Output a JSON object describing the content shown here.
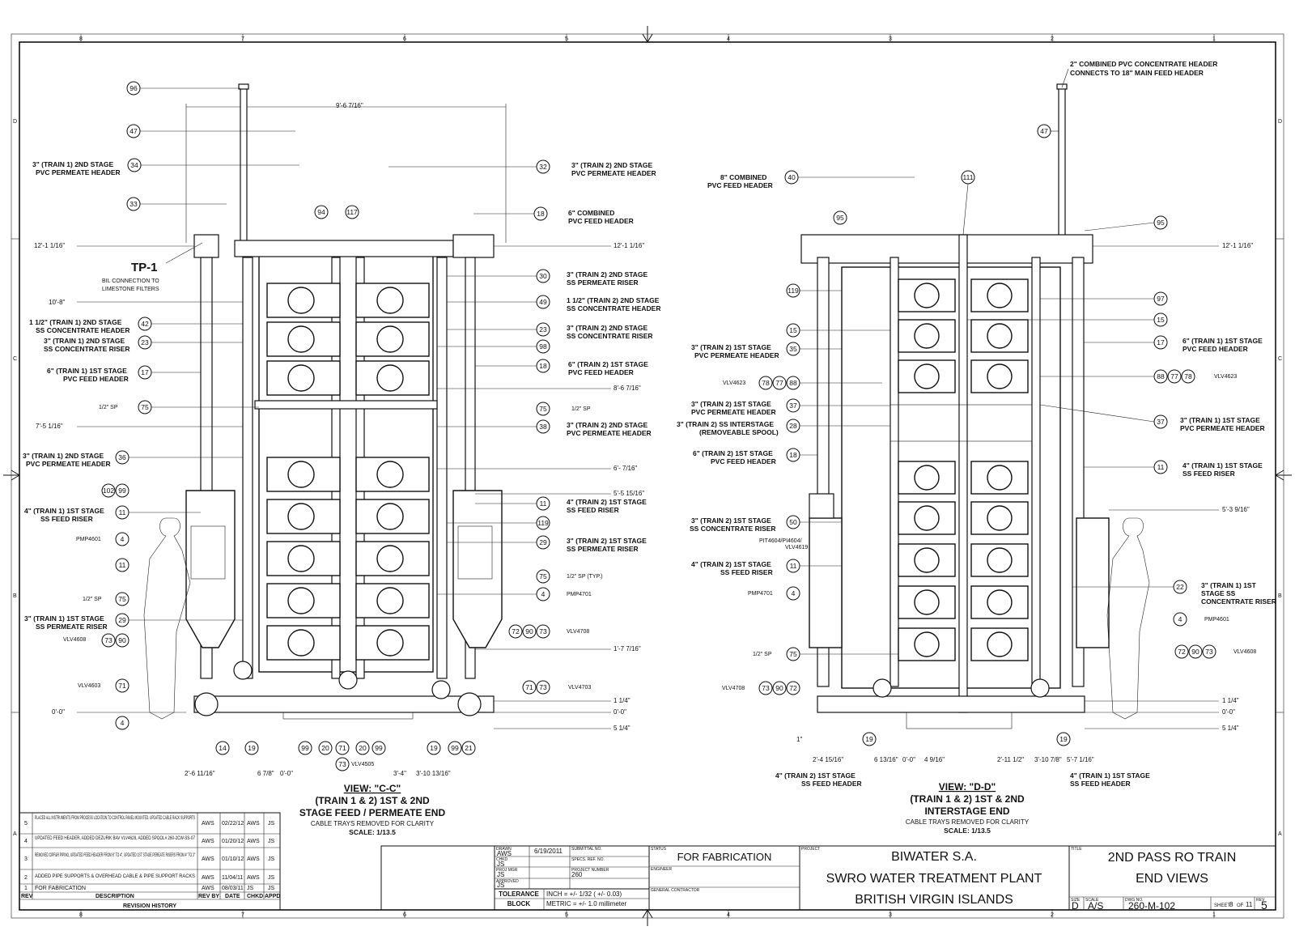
{
  "border": {
    "columns": [
      "8",
      "7",
      "6",
      "5",
      "4",
      "3",
      "2",
      "1"
    ],
    "rows": [
      "D",
      "C",
      "B",
      "A"
    ]
  },
  "view_cc": {
    "title": "VIEW: \"C-C\"",
    "subtitle1": "(TRAIN 1 & 2) 1ST & 2ND",
    "subtitle2": "STAGE FEED / PERMEATE END",
    "note": "CABLE TRAYS REMOVED FOR CLARITY",
    "scale": "SCALE: 1/13.5",
    "tp_tag": "TP-1",
    "tp_note1": "BIL CONNECTION TO",
    "tp_note2": "LIMESTONE FILTERS",
    "top_dim": "9'-6 7/16\"",
    "left_labels": [
      {
        "num": "34",
        "l1": "3\" (TRAIN 1) 2ND STAGE",
        "l2": "PVC PERMEATE HEADER"
      },
      {
        "num": "42",
        "l1": "1 1/2\" (TRAIN 1) 2ND STAGE",
        "l2": "SS CONCENTRATE HEADER"
      },
      {
        "num": "23",
        "l1": "3\" (TRAIN 1) 2ND STAGE",
        "l2": "SS CONCENTRATE RISER"
      },
      {
        "num": "17",
        "l1": "6\" (TRAIN 1) 1ST STAGE",
        "l2": "PVC FEED HEADER"
      },
      {
        "num": "36",
        "l1": "3\" (TRAIN 1) 2ND STAGE",
        "l2": "PVC PERMEATE HEADER"
      },
      {
        "num": "11",
        "l1": "4\" (TRAIN 1) 1ST STAGE",
        "l2": "SS FEED RISER"
      },
      {
        "num": "29",
        "l1": "3\" (TRAIN 1) 1ST STAGE",
        "l2": "SS PERMEATE RISER"
      }
    ],
    "left_small": [
      {
        "num": "96",
        "t": ""
      },
      {
        "num": "47",
        "t": ""
      },
      {
        "num": "33",
        "t": ""
      },
      {
        "num": "75",
        "t": "1/2\" SP"
      },
      {
        "num": "4",
        "t": "PMP4601"
      },
      {
        "num": "11",
        "t": ""
      },
      {
        "num": "75",
        "t": "1/2\" SP"
      },
      {
        "num": "71",
        "t": "VLV4603"
      },
      {
        "num": "4",
        "t": ""
      }
    ],
    "left_dims": [
      "12'-1 1/16\"",
      "10'-8\"",
      "7'-5 1/16\"",
      "0'-0\""
    ],
    "right_labels": [
      {
        "num": "32",
        "l1": "3\" (TRAIN 2) 2ND STAGE",
        "l2": "PVC PERMEATE HEADER"
      },
      {
        "num": "18",
        "l1": "6\" COMBINED",
        "l2": "PVC FEED HEADER"
      },
      {
        "num": "30",
        "l1": "3\" (TRAIN 2) 2ND STAGE",
        "l2": "SS PERMEATE RISER"
      },
      {
        "num": "49",
        "l1": "1 1/2\" (TRAIN 2) 2ND STAGE",
        "l2": "SS CONCENTRATE HEADER"
      },
      {
        "num": "23",
        "l1": "3\" (TRAIN 2) 2ND STAGE",
        "l2": "SS CONCENTRATE RISER"
      },
      {
        "num": "18",
        "l1": "6\" (TRAIN 2) 1ST STAGE",
        "l2": "PVC FEED HEADER"
      },
      {
        "num": "38",
        "l1": "3\" (TRAIN 2) 2ND STAGE",
        "l2": "PVC PERMEATE HEADER"
      },
      {
        "num": "11",
        "l1": "4\" (TRAIN 2) 1ST STAGE",
        "l2": "SS FEED RISER"
      },
      {
        "num": "29",
        "l1": "3\" (TRAIN 2) 1ST STAGE",
        "l2": "SS PERMEATE RISER"
      }
    ],
    "right_small": [
      {
        "num": "98",
        "t": ""
      },
      {
        "num": "75",
        "t": "1/2\" SP"
      },
      {
        "num": "119",
        "t": ""
      },
      {
        "num": "75",
        "t": "1/2\" SP (TYP.)"
      },
      {
        "num": "4",
        "t": "PMP4701"
      },
      {
        "num": "73",
        "t": "VLV4708"
      },
      {
        "num": "73",
        "t": "VLV4703"
      }
    ],
    "right_dims": [
      "12'-1 1/16\"",
      "8'-6 7/16\"",
      "6'- 7/16\"",
      "5'-5 15/16\"",
      "1'-7 7/16\"",
      "1 1/4\"",
      "0'-0\"",
      "5 1/4\""
    ],
    "bottom_bubbles": [
      "14",
      "19",
      "99",
      "20",
      "71",
      "20",
      "99",
      "19",
      "99",
      "21"
    ],
    "bottom_dims": [
      "2'-6 11/16\"",
      "6 7/8\"",
      "0'-0\"",
      "3'-4\"",
      "3'-10 13/16\""
    ],
    "misc": {
      "b102": "102",
      "b99": "99",
      "b73": "73",
      "b90": "90",
      "vlv4608": "VLV4608",
      "b72": "72",
      "b90b": "90",
      "b71": "71",
      "b94": "94",
      "b117": "117",
      "vlv4505": "VLV4505",
      "b73b": "73"
    }
  },
  "view_dd": {
    "title": "VIEW: \"D-D\"",
    "subtitle1": "(TRAIN 1 & 2) 1ST & 2ND",
    "subtitle2": "INTERSTAGE END",
    "note": "CABLE TRAYS REMOVED FOR CLARITY",
    "scale": "SCALE: 1/13.5",
    "top_note1": "2\" COMBINED PVC CONCENTRATE HEADER",
    "top_note2": "CONNECTS TO 18\" MAIN FEED HEADER",
    "left_labels": [
      {
        "num": "40",
        "l1": "8\" COMBINED",
        "l2": "PVC FEED HEADER"
      },
      {
        "num": "35",
        "l1": "3\" (TRAIN 2) 1ST STAGE",
        "l2": "PVC PERMEATE HEADER"
      },
      {
        "num": "37",
        "l1": "3\" (TRAIN 2) 1ST STAGE",
        "l2": "PVC PERMEATE HEADER"
      },
      {
        "num": "28",
        "l1": "3\" (TRAIN 2) SS INTERSTAGE",
        "l2": "(REMOVEABLE SPOOL)"
      },
      {
        "num": "18",
        "l1": "6\" (TRAIN 2) 1ST STAGE",
        "l2": "PVC FEED HEADER"
      },
      {
        "num": "50",
        "l1": "3\" (TRAIN 2) 1ST STAGE",
        "l2": "SS CONCENTRATE RISER"
      },
      {
        "num": "11",
        "l1": "4\" (TRAIN 2) 1ST STAGE",
        "l2": "SS FEED RISER"
      }
    ],
    "left_small": [
      {
        "num": "95",
        "t": ""
      },
      {
        "num": "119",
        "t": ""
      },
      {
        "num": "15",
        "t": ""
      },
      {
        "num": "4",
        "t": "PMP4701"
      },
      {
        "num": "75",
        "t": "1/2\" SP"
      }
    ],
    "vlv4623_left": "VLV4623",
    "vlv4623_nums": [
      "78",
      "77",
      "88"
    ],
    "pit_note1": "PIT4604/PI4604/",
    "pit_note2": "VLV4619",
    "vlv4708": "VLV4708",
    "vlv4708_nums": [
      "73",
      "90",
      "72"
    ],
    "right_labels": [
      {
        "num": "17",
        "l1": "6\" (TRAIN 1) 1ST STAGE",
        "l2": "PVC FEED HEADER"
      },
      {
        "num": "37",
        "l1": "3\" (TRAIN 1) 1ST STAGE",
        "l2": "PVC PERMEATE HEADER"
      },
      {
        "num": "11",
        "l1": "4\" (TRAIN 1) 1ST STAGE",
        "l2": "SS FEED RISER"
      },
      {
        "num": "22",
        "l1": "3\" (TRAIN 1) 1ST",
        "l2": "STAGE SS",
        "l3": "CONCENTRATE RISER"
      }
    ],
    "right_small": [
      {
        "num": "47",
        "t": ""
      },
      {
        "num": "111",
        "t": ""
      },
      {
        "num": "95",
        "t": ""
      },
      {
        "num": "97",
        "t": ""
      },
      {
        "num": "15",
        "t": ""
      },
      {
        "num": "4",
        "t": "PMP4601"
      }
    ],
    "vlv4623_right": "VLV4623",
    "vlv4623_rnums": [
      "88",
      "77",
      "78"
    ],
    "vlv4608": "VLV4608",
    "vlv4608_nums": [
      "72",
      "90",
      "73"
    ],
    "right_dims": [
      "12'-1 1/16\"",
      "5'-3 9/16\"",
      "1 1/4\"",
      "0'-0\"",
      "5 1/4\""
    ],
    "bottom_bubbles": [
      "19",
      "19"
    ],
    "bottom_dims": [
      "2'-4 15/16\"",
      "6 13/16\"",
      "0'-0\"",
      "4 9/16\"",
      "2'-11 1/2\"",
      "3'-10 7/8\"",
      "5'-7 1/16\"",
      "1\""
    ],
    "bottom_label_l1": "4\" (TRAIN 2) 1ST STAGE",
    "bottom_label_l2": "SS FEED HEADER",
    "bottom_label_r1": "4\" (TRAIN 1) 1ST STAGE",
    "bottom_label_r2": "SS FEED HEADER"
  },
  "revision": {
    "title": "REVISION HISTORY",
    "headers": [
      "REV",
      "DESCRIPTION",
      "REV BY",
      "DATE",
      "CHKD",
      "APPD"
    ],
    "rows": [
      [
        "5",
        "PLACED ALL INSTRUMENTS FROM PROCESS LOCATION TO CONTROL PANEL MOUNTED. UPDATED CABLE RACK SUPPORTS",
        "AWS",
        "02/22/12",
        "AWS",
        "JS"
      ],
      [
        "4",
        "UPDATED FEED HEADER, ADDED DEZURIK BAV VLV4628, ADDED SPOOL# 260-2CW-SS-07",
        "AWS",
        "01/20/12",
        "AWS",
        "JS"
      ],
      [
        "3",
        "REMOVED CIPF&R PIPING, UPDATED FEED HEADER FROM 6\" TO 4\", UPDATED 1ST STAGE PEREATE RISERS FROM 4\" TO 3\"",
        "AWS",
        "01/10/12",
        "AWS",
        "JS"
      ],
      [
        "2",
        "ADDED PIPE SUPPORTS & OVERHEAD CABLE & PIPE SUPPORT RACKS",
        "AWS",
        "11/04/11",
        "AWS",
        "JS"
      ],
      [
        "1",
        "FOR FABRICATION",
        "AWS",
        "08/03/11",
        "JS",
        "JS"
      ]
    ]
  },
  "titleblock": {
    "drawn_lbl": "DRAWN",
    "drawn": "AWS",
    "date": "6/19/2011",
    "submittal_lbl": "SUBMITTAL NO.",
    "specs_lbl": "SPECS. REF. NO.",
    "chkd_lbl": "CHKD",
    "chkd": "JS",
    "proj_mgr_lbl": "PROJ MGR",
    "proj_mgr": "JS",
    "approved_lbl": "APPROVED",
    "approved": "JS",
    "project_number_lbl": "PROJECT NUMBER",
    "project_number": "260",
    "status_lbl": "STATUS",
    "status": "FOR FABRICATION",
    "engineer_lbl": "ENGINEER",
    "general_contractor_lbl": "GENERAL CONTRACTOR",
    "tolerance1": "TOLERANCE",
    "tolerance2": "BLOCK",
    "inch": "INCH = +/- 1/32 ( +/- 0.03)",
    "metric": "METRIC = +/- 1.0 millimeter",
    "project_lbl": "PROJECT",
    "client": "BIWATER S.A.",
    "plant": "SWRO WATER TREATMENT PLANT",
    "location": "BRITISH VIRGIN ISLANDS",
    "title_lbl": "TITLE",
    "title1": "2ND PASS RO TRAIN",
    "title2": "END VIEWS",
    "size_lbl": "SIZE",
    "size": "D",
    "scale_lbl": "SCALE",
    "scale": "A/S",
    "dwg_lbl": "DWG NO.",
    "dwg": "260-M-102",
    "sheet_lbl": "SHEET",
    "sheet": "8",
    "of_lbl": "OF",
    "of": "11",
    "rev_lbl": "REV",
    "rev": "5"
  }
}
